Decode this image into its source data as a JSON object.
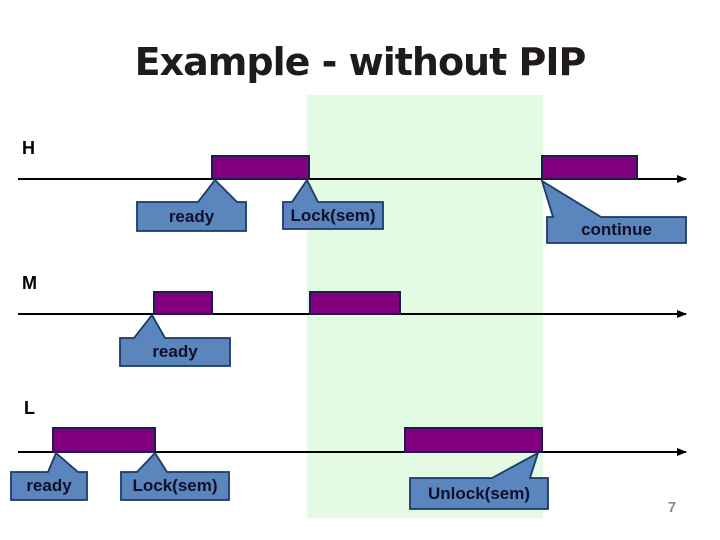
{
  "slide": {
    "title": "Example - without PIP",
    "page_number": "7"
  },
  "colors": {
    "bar_fill": "#800080",
    "bar_border": "#1c1c4e",
    "callout_fill": "#5b85bd",
    "callout_border": "#1b3a66",
    "band_fill": "#e2fbe2",
    "line_color": "#000000",
    "title_color": "#1f1b1b",
    "label_color": "#000000",
    "callout_text": "#10102a",
    "page_number_color": "#8c8c8c"
  },
  "timelines": [
    {
      "label": "H"
    },
    {
      "label": "M"
    },
    {
      "label": "L"
    }
  ],
  "callouts": {
    "h_ready": "ready",
    "h_lock": "Lock(sem)",
    "h_continue": "continue",
    "m_ready": "ready",
    "l_ready": "ready",
    "l_lock": "Lock(sem)",
    "l_unlock": "Unlock(sem)"
  }
}
